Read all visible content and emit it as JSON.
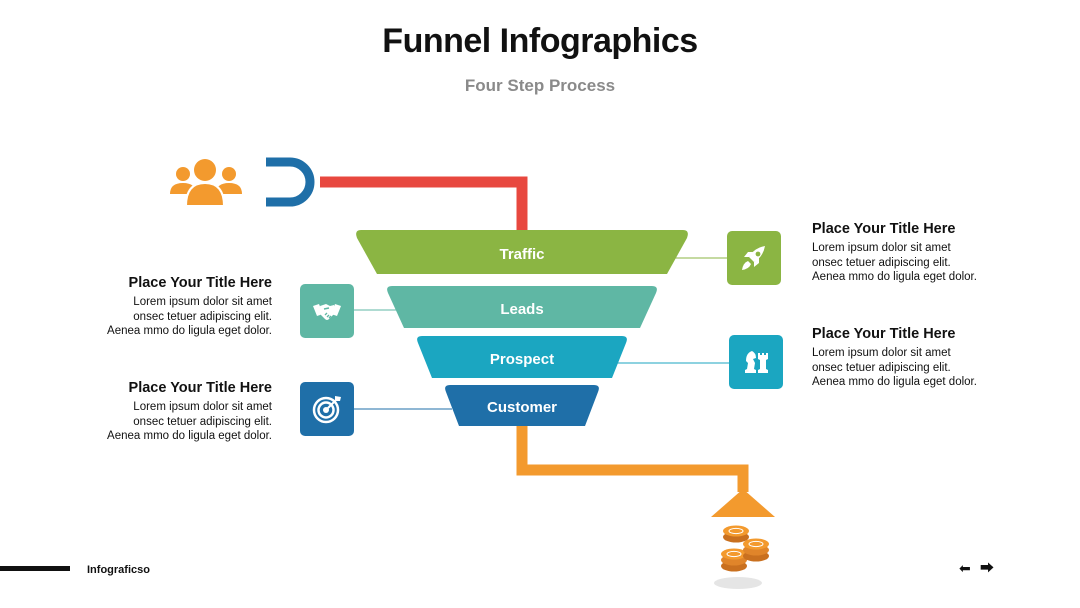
{
  "header": {
    "title": "Funnel Infographics",
    "subtitle": "Four Step Process"
  },
  "stages": [
    {
      "label": "Traffic",
      "color": "#8bb543"
    },
    {
      "label": "Leads",
      "color": "#5fb7a4"
    },
    {
      "label": "Prospect",
      "color": "#1ba6c1"
    },
    {
      "label": "Customer",
      "color": "#1f6fa8"
    }
  ],
  "blocks": [
    {
      "title": "Place Your Title Here",
      "lines": [
        "Lorem ipsum dolor sit amet",
        "onsec tetuer adipiscing elit.",
        "Aenea mmo do ligula eget dolor."
      ],
      "icon": "rocket-icon",
      "color": "#8bb543"
    },
    {
      "title": "Place Your Title Here",
      "lines": [
        "Lorem ipsum dolor sit amet",
        "onsec tetuer adipiscing elit.",
        "Aenea mmo do ligula eget dolor."
      ],
      "icon": "handshake-icon",
      "color": "#5fb7a4"
    },
    {
      "title": "Place Your Title Here",
      "lines": [
        "Lorem ipsum dolor sit amet",
        "onsec tetuer adipiscing elit.",
        "Aenea mmo do ligula eget dolor."
      ],
      "icon": "chess-icon",
      "color": "#1ba6c1"
    },
    {
      "title": "Place Your Title Here",
      "lines": [
        "Lorem ipsum dolor sit amet",
        "onsec tetuer adipiscing elit.",
        "Aenea mmo do ligula eget dolor."
      ],
      "icon": "target-icon",
      "color": "#1f6fa8"
    }
  ],
  "decor": {
    "people_icon": "people-group-icon",
    "magnet_icon": "magnet-icon",
    "coins_icon": "coins-icon",
    "input_pipe_color": "#e8483f",
    "output_pipe_color": "#f39a2e",
    "people_color": "#f39a2e",
    "magnet_color": "#1f6fa8"
  },
  "footer": {
    "brand": "Infograficso",
    "prev_arrow": "⬅",
    "next_arrow": "⮕"
  }
}
